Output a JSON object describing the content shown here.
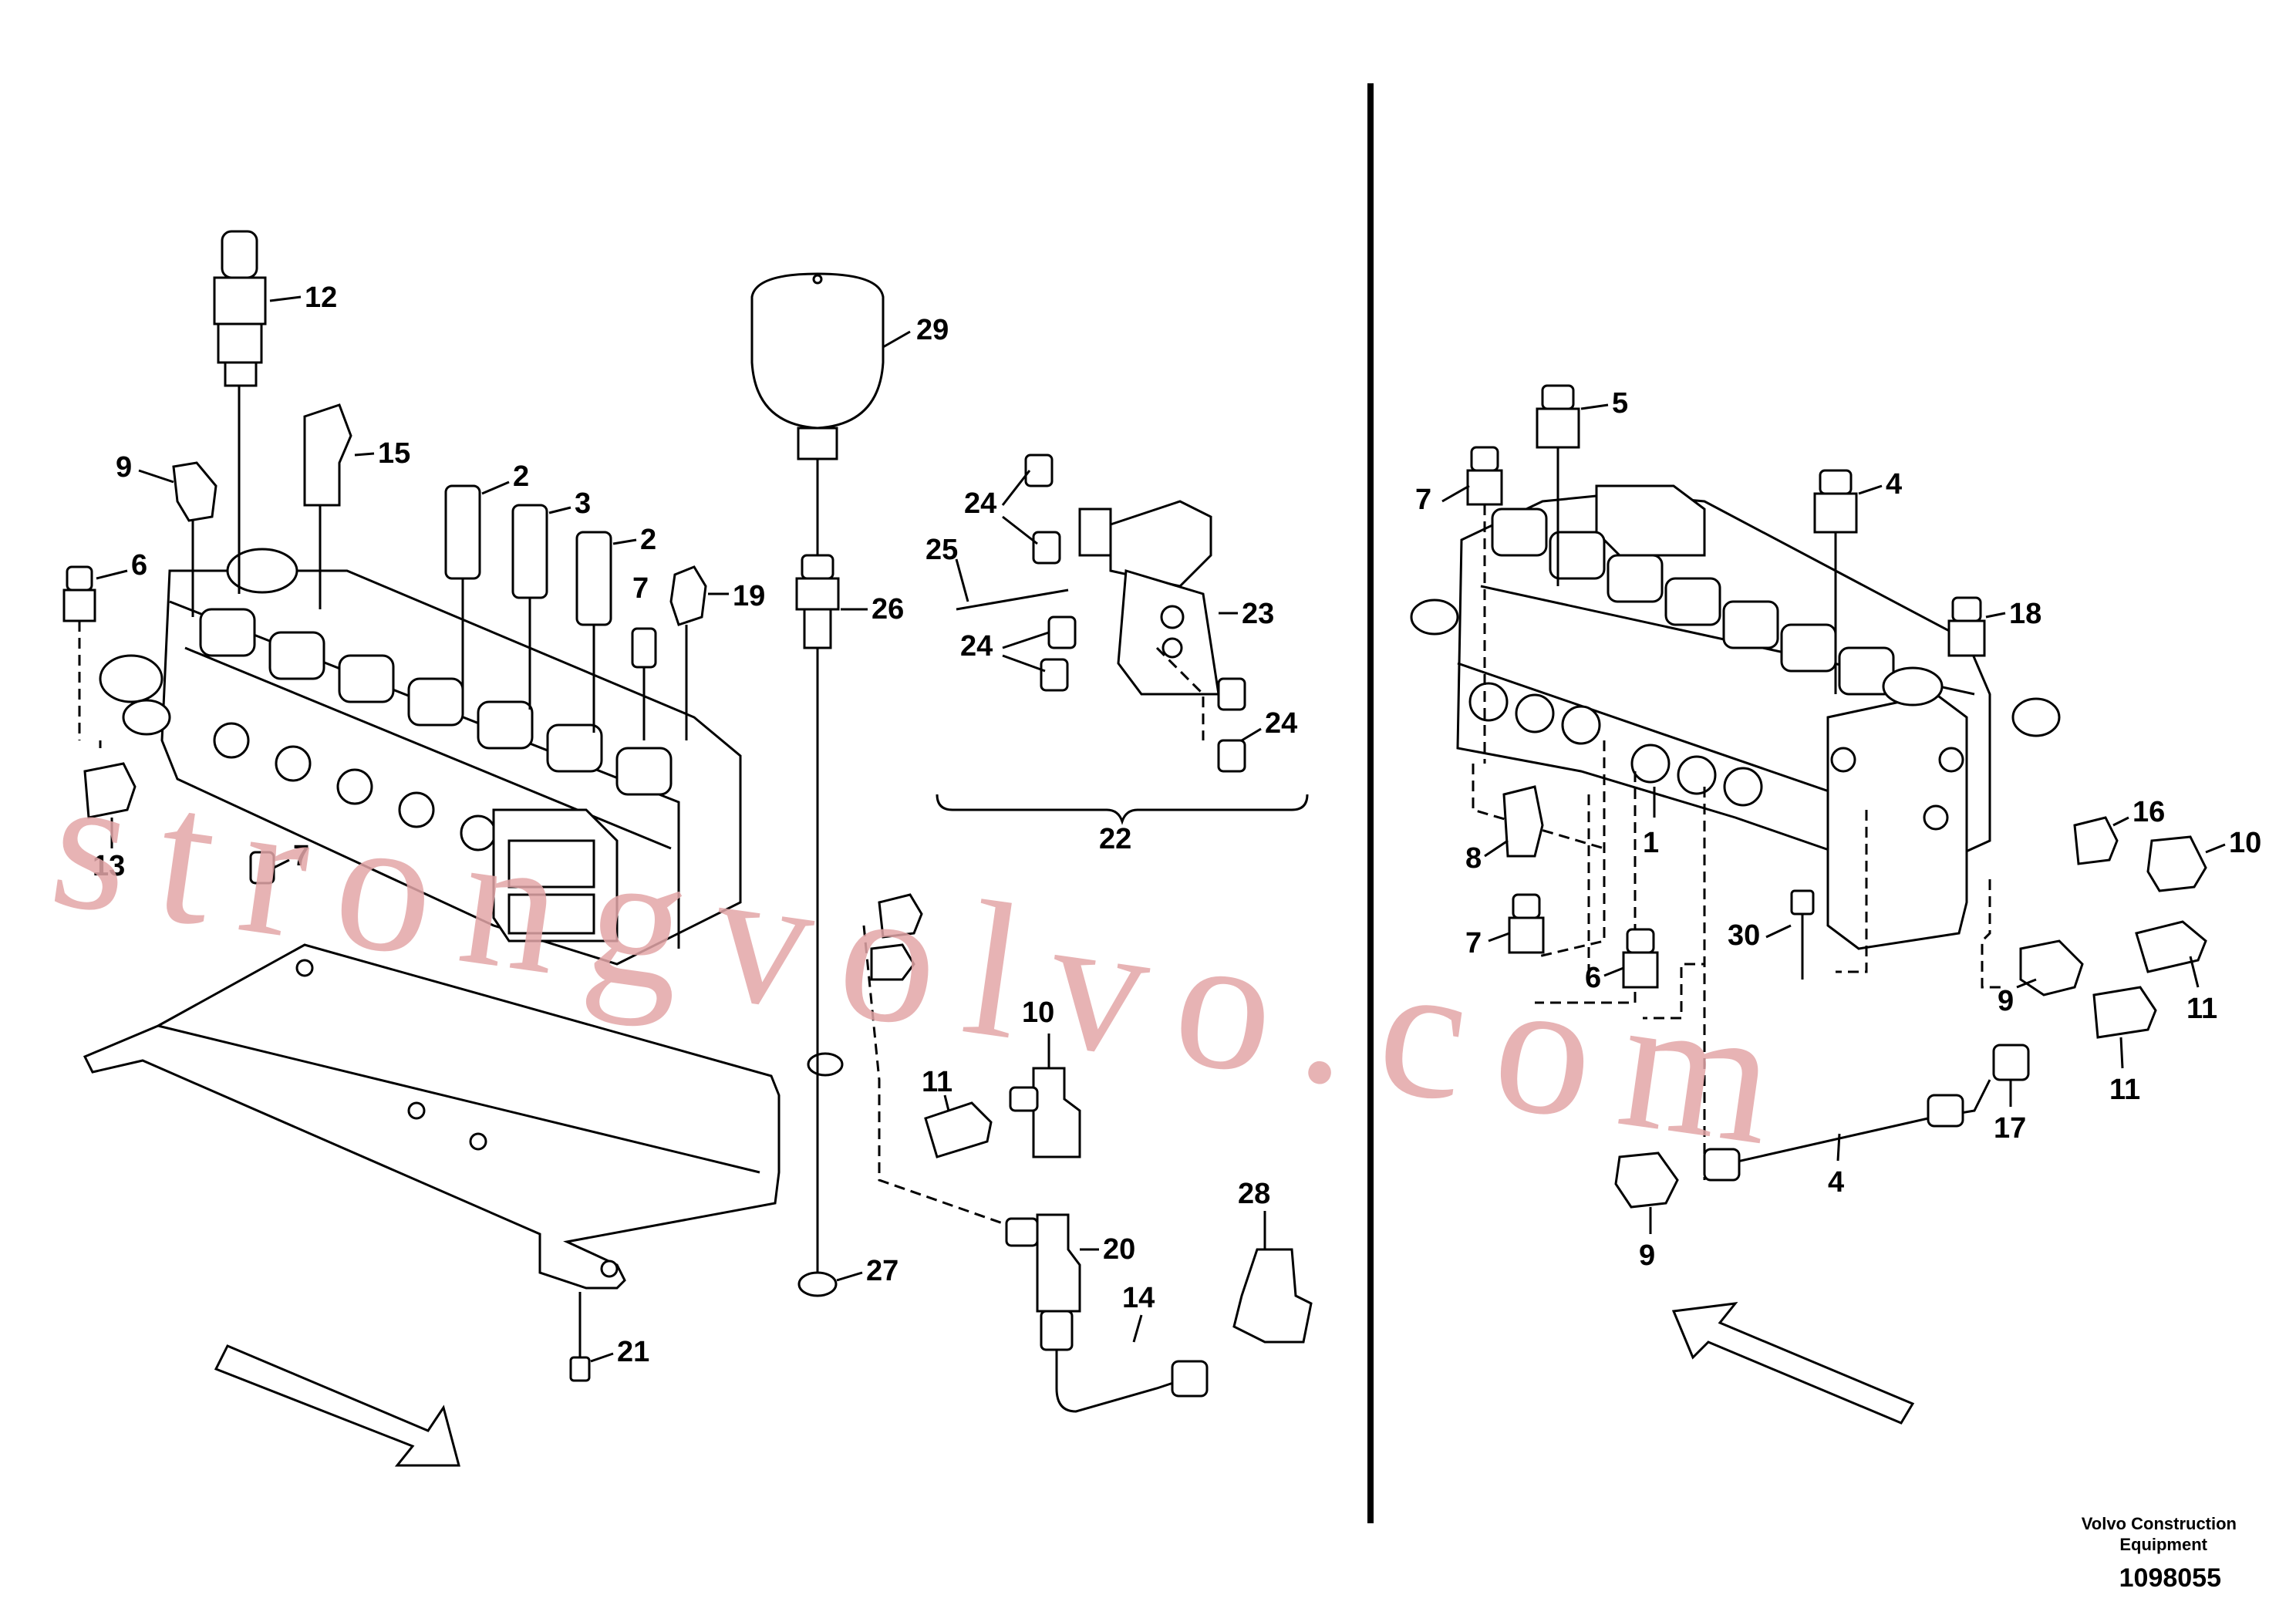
{
  "callouts_left": [
    "12",
    "29",
    "9",
    "15",
    "2",
    "3",
    "2",
    "6",
    "7",
    "19",
    "26",
    "24",
    "25",
    "23",
    "24",
    "24",
    "22",
    "13",
    "7",
    "10",
    "11",
    "20",
    "28",
    "27",
    "14",
    "21"
  ],
  "callouts_right": [
    "5",
    "7",
    "4",
    "18",
    "16",
    "10",
    "8",
    "1",
    "7",
    "6",
    "30",
    "9",
    "11",
    "11",
    "17",
    "4",
    "9"
  ],
  "watermark": "strongvolvo.com",
  "footer": {
    "company_line1": "Volvo Construction",
    "company_line2": "Equipment",
    "doc_number": "1098055"
  }
}
